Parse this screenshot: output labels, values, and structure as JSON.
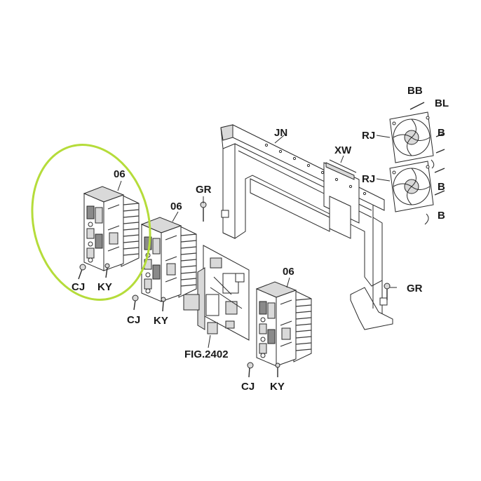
{
  "labels": {
    "module_top": "06",
    "module_mid": "06",
    "module_bottom": "06",
    "cj_left": "CJ",
    "ky_left": "KY",
    "cj_mid": "CJ",
    "ky_mid": "KY",
    "cj_bottom": "CJ",
    "ky_bottom": "KY",
    "gr_left": "GR",
    "gr_right": "GR",
    "jn": "JN",
    "xw": "XW",
    "rj_top": "RJ",
    "rj_bottom": "RJ",
    "bl_top": "BL",
    "b_1": "B",
    "b_2": "B",
    "b_3": "B",
    "bb_cut": "BB",
    "fig_ref": "FIG.2402"
  },
  "colors": {
    "highlight_ring": "#b5dc3a",
    "line": "#2a2a2a"
  }
}
